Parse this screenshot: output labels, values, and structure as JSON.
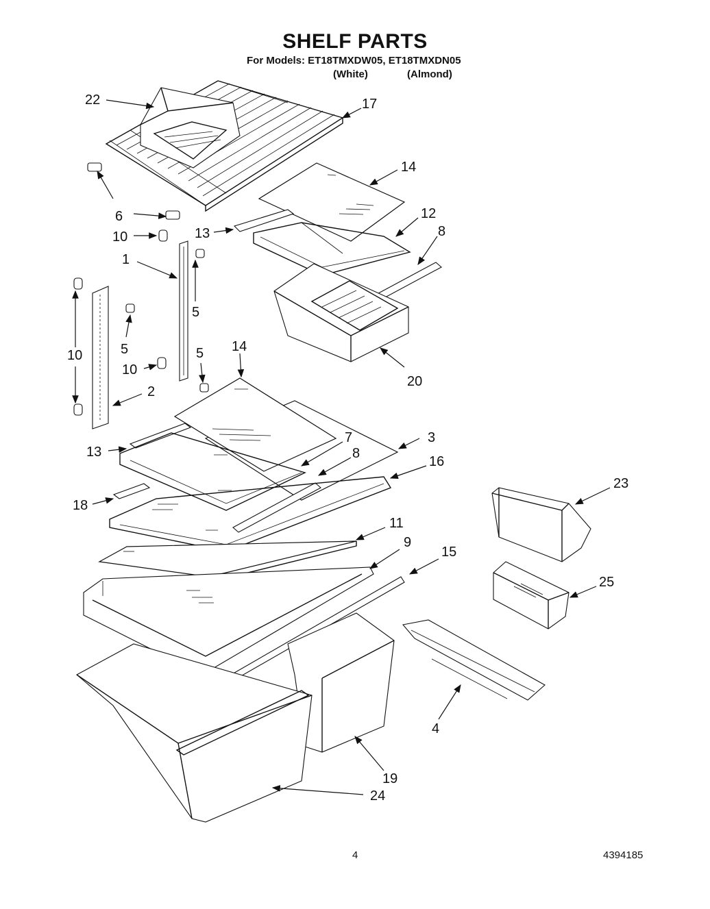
{
  "header": {
    "title": "SHELF PARTS",
    "models_line": "For Models: ET18TMXDW05, ET18TMXDN05",
    "variant_white": "(White)",
    "variant_almond": "(Almond)"
  },
  "callouts": [
    "22",
    "17",
    "14",
    "6",
    "13",
    "12",
    "8",
    "10",
    "1",
    "5",
    "10",
    "5",
    "10",
    "5",
    "20",
    "2",
    "14",
    "13",
    "7",
    "3",
    "8",
    "16",
    "18",
    "23",
    "11",
    "9",
    "15",
    "25",
    "4",
    "19",
    "24"
  ],
  "footer": {
    "page": "4",
    "doc_number": "4394185"
  }
}
